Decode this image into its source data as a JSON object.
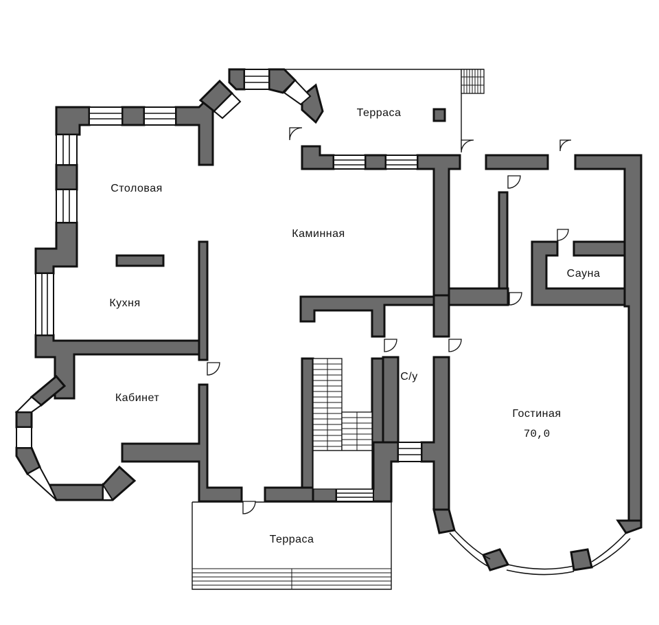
{
  "rooms": {
    "terrace_top": "Терраса",
    "dining": "Столовая",
    "fireplace": "Каминная",
    "sauna": "Сауна",
    "kitchen": "Кухня",
    "study": "Кабинет",
    "bathroom": "С/у",
    "living": "Гостиная",
    "living_area": "70,0",
    "terrace_bottom": "Терраса"
  },
  "colors": {
    "wall_fill": "#6b6b6b",
    "line": "#111111",
    "background": "#ffffff"
  }
}
